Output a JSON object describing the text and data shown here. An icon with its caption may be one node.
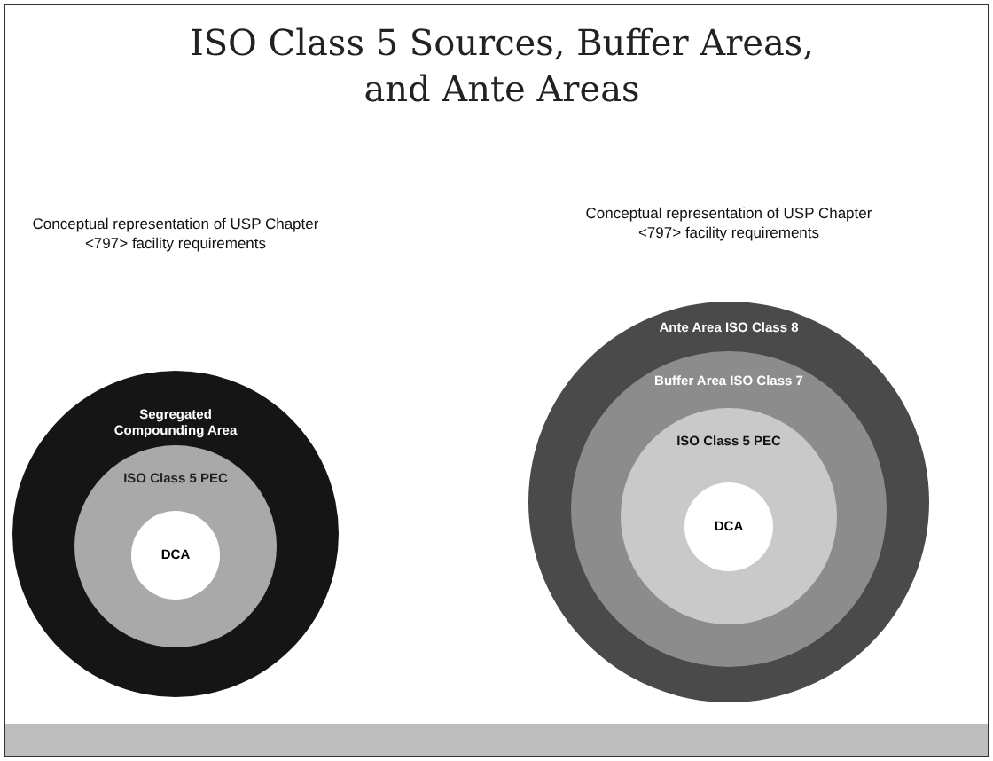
{
  "diagram": {
    "title": "ISO Class 5 Sources, Buffer Areas, and Ante Areas",
    "nodes": [
      {
        "text": [
          "Segregated Compounding Area"
        ]
      },
      {
        "text": [
          "ISO Class 5 PEC"
        ],
        "in": 0
      },
      {
        "text": [
          "DCA"
        ],
        "in": 1
      },
      {
        "text": [
          "Ante Area ISO Class 8"
        ]
      },
      {
        "text": [
          "Buffer Area ISO Class 7"
        ],
        "in": 3
      },
      {
        "text": [
          "ISO Class 5 PEC"
        ],
        "in": 4
      },
      {
        "text": [
          "DCA"
        ],
        "in": 5
      }
    ],
    "labels": [
      "Conceptual representation of USP Chapter <797> facility requirements",
      "Conceptual representation of USP Chapter <797> facility requirements"
    ]
  }
}
